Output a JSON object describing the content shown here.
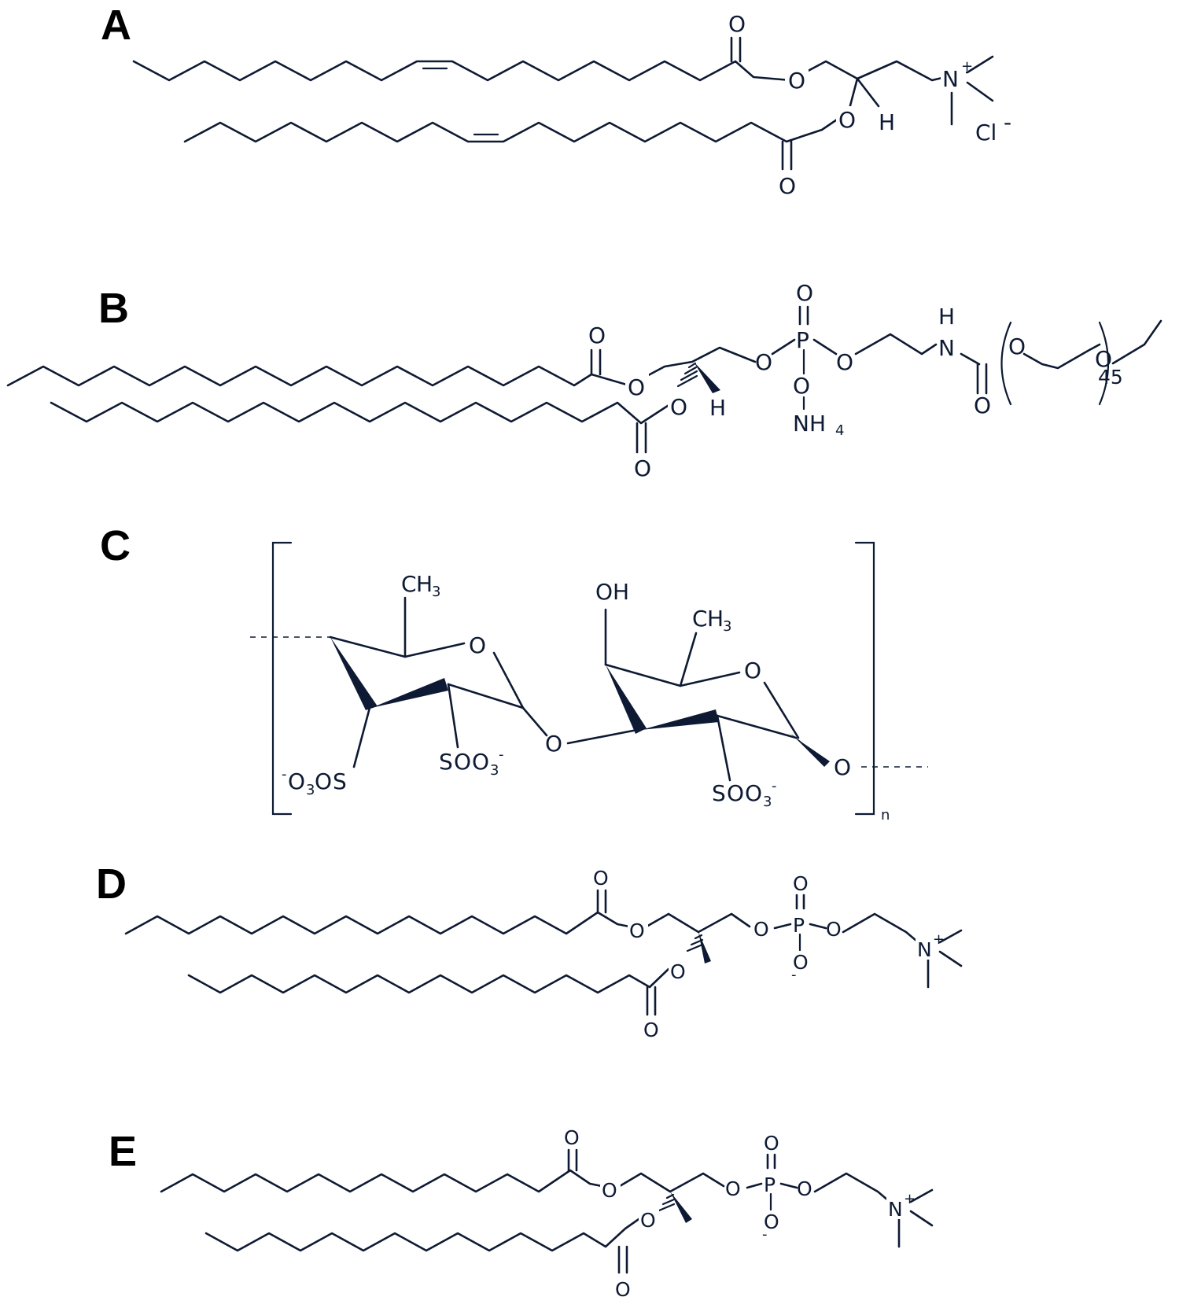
{
  "colors": {
    "ink": "#0e1a33",
    "label": "#000000",
    "background": "#ffffff"
  },
  "panels": {
    "A": {
      "label": "A",
      "O": "O",
      "N": "N",
      "plus": "+",
      "H": "H",
      "Cl": "Cl",
      "minus": "-"
    },
    "B": {
      "label": "B",
      "O": "O",
      "P": "P",
      "N": "N",
      "H": "H",
      "NH": "NH",
      "sub4": "4",
      "repeat": "45"
    },
    "C": {
      "label": "C",
      "O": "O",
      "C": "C",
      "H": "H",
      "OH": "OH",
      "sub3": "3",
      "S": "S",
      "minus": "-",
      "repeat": "n"
    },
    "D": {
      "label": "D",
      "O": "O",
      "P": "P",
      "N": "N",
      "plus": "+",
      "minus": "-"
    },
    "E": {
      "label": "E",
      "O": "O",
      "P": "P",
      "N": "N",
      "plus": "+",
      "minus": "-"
    }
  }
}
